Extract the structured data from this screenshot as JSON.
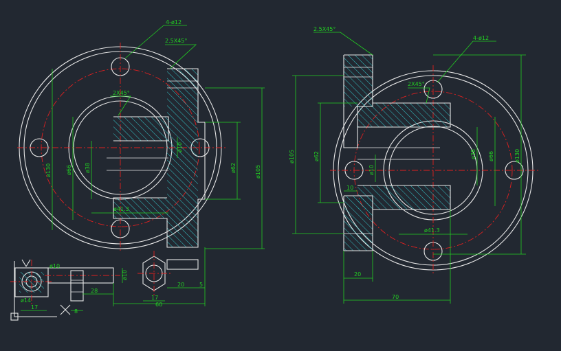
{
  "colors": {
    "background": "#222831",
    "outline": "#e8e8e8",
    "centerline": "#e02020",
    "dimension": "#22d022",
    "hatch": "#34c6c9"
  },
  "left_view": {
    "labels": {
      "holes": "4-ø12",
      "chamfer_top": "2.5X45°",
      "chamfer_inner": "2X45°",
      "d130": "ø130",
      "d66": "ø66",
      "d38": "ø38",
      "d10": "ø10",
      "d62": "ø62",
      "d105": "ø105",
      "d41_3": "ø41.3",
      "w20": "20",
      "w5": "5"
    }
  },
  "right_view": {
    "labels": {
      "chamfer_top": "2.5X45°",
      "holes": "4-ø12",
      "chamfer_inner": "2X45°",
      "d105": "ø105",
      "d62": "ø62",
      "d10": "ø10",
      "w10": "10",
      "d38": "ø38",
      "d66": "ø66",
      "d130": "ø130",
      "d41_3": "ø41.3",
      "w20": "20",
      "w70": "70"
    }
  },
  "bottom_view": {
    "labels": {
      "d10a": "ø10",
      "d10b": "ø10",
      "w28": "28",
      "w8": "8",
      "w17a": "17",
      "w17b": "17",
      "w60": "60",
      "side": "ø14"
    }
  }
}
